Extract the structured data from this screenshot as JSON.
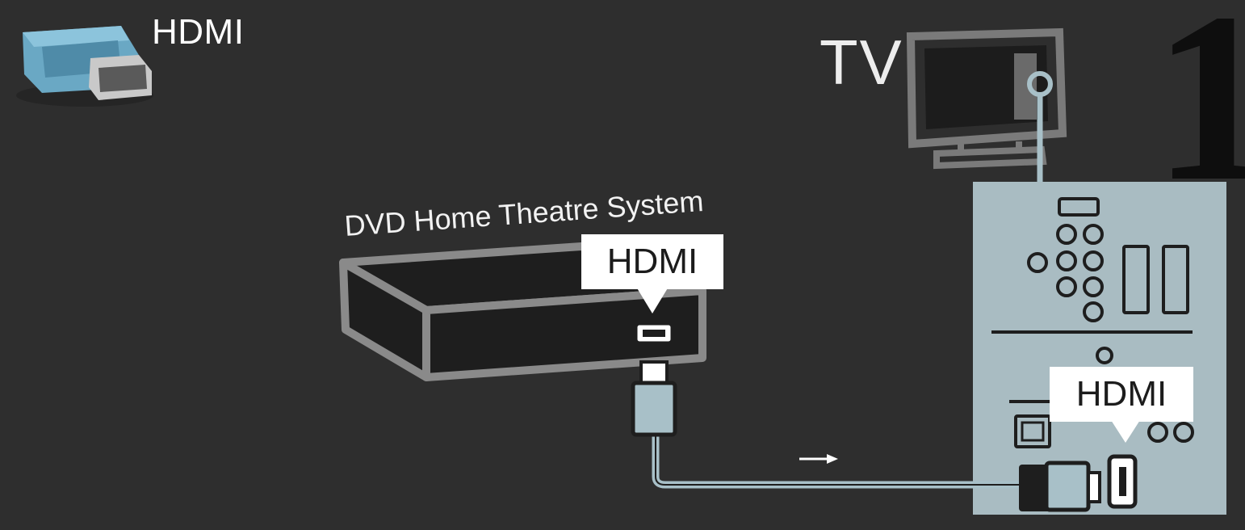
{
  "labels": {
    "hdmi_connector": "HDMI",
    "tv": "TV",
    "step": "1",
    "dvd_system": "DVD Home Theatre System",
    "dvd_port": "HDMI",
    "tv_port": "HDMI"
  },
  "colors": {
    "background": "#2e2e2e",
    "panel": "#a9bcc2",
    "outline": "#7a7a7a",
    "cable": "#a8c0c8",
    "connector": "#6aa8c4",
    "callout": "#ffffff",
    "callout_text": "#1c1c1c",
    "step_number": "#0e0e0e"
  },
  "icons": [
    "hdmi-plug-icon",
    "tv-icon",
    "flow-arrow-icon"
  ]
}
